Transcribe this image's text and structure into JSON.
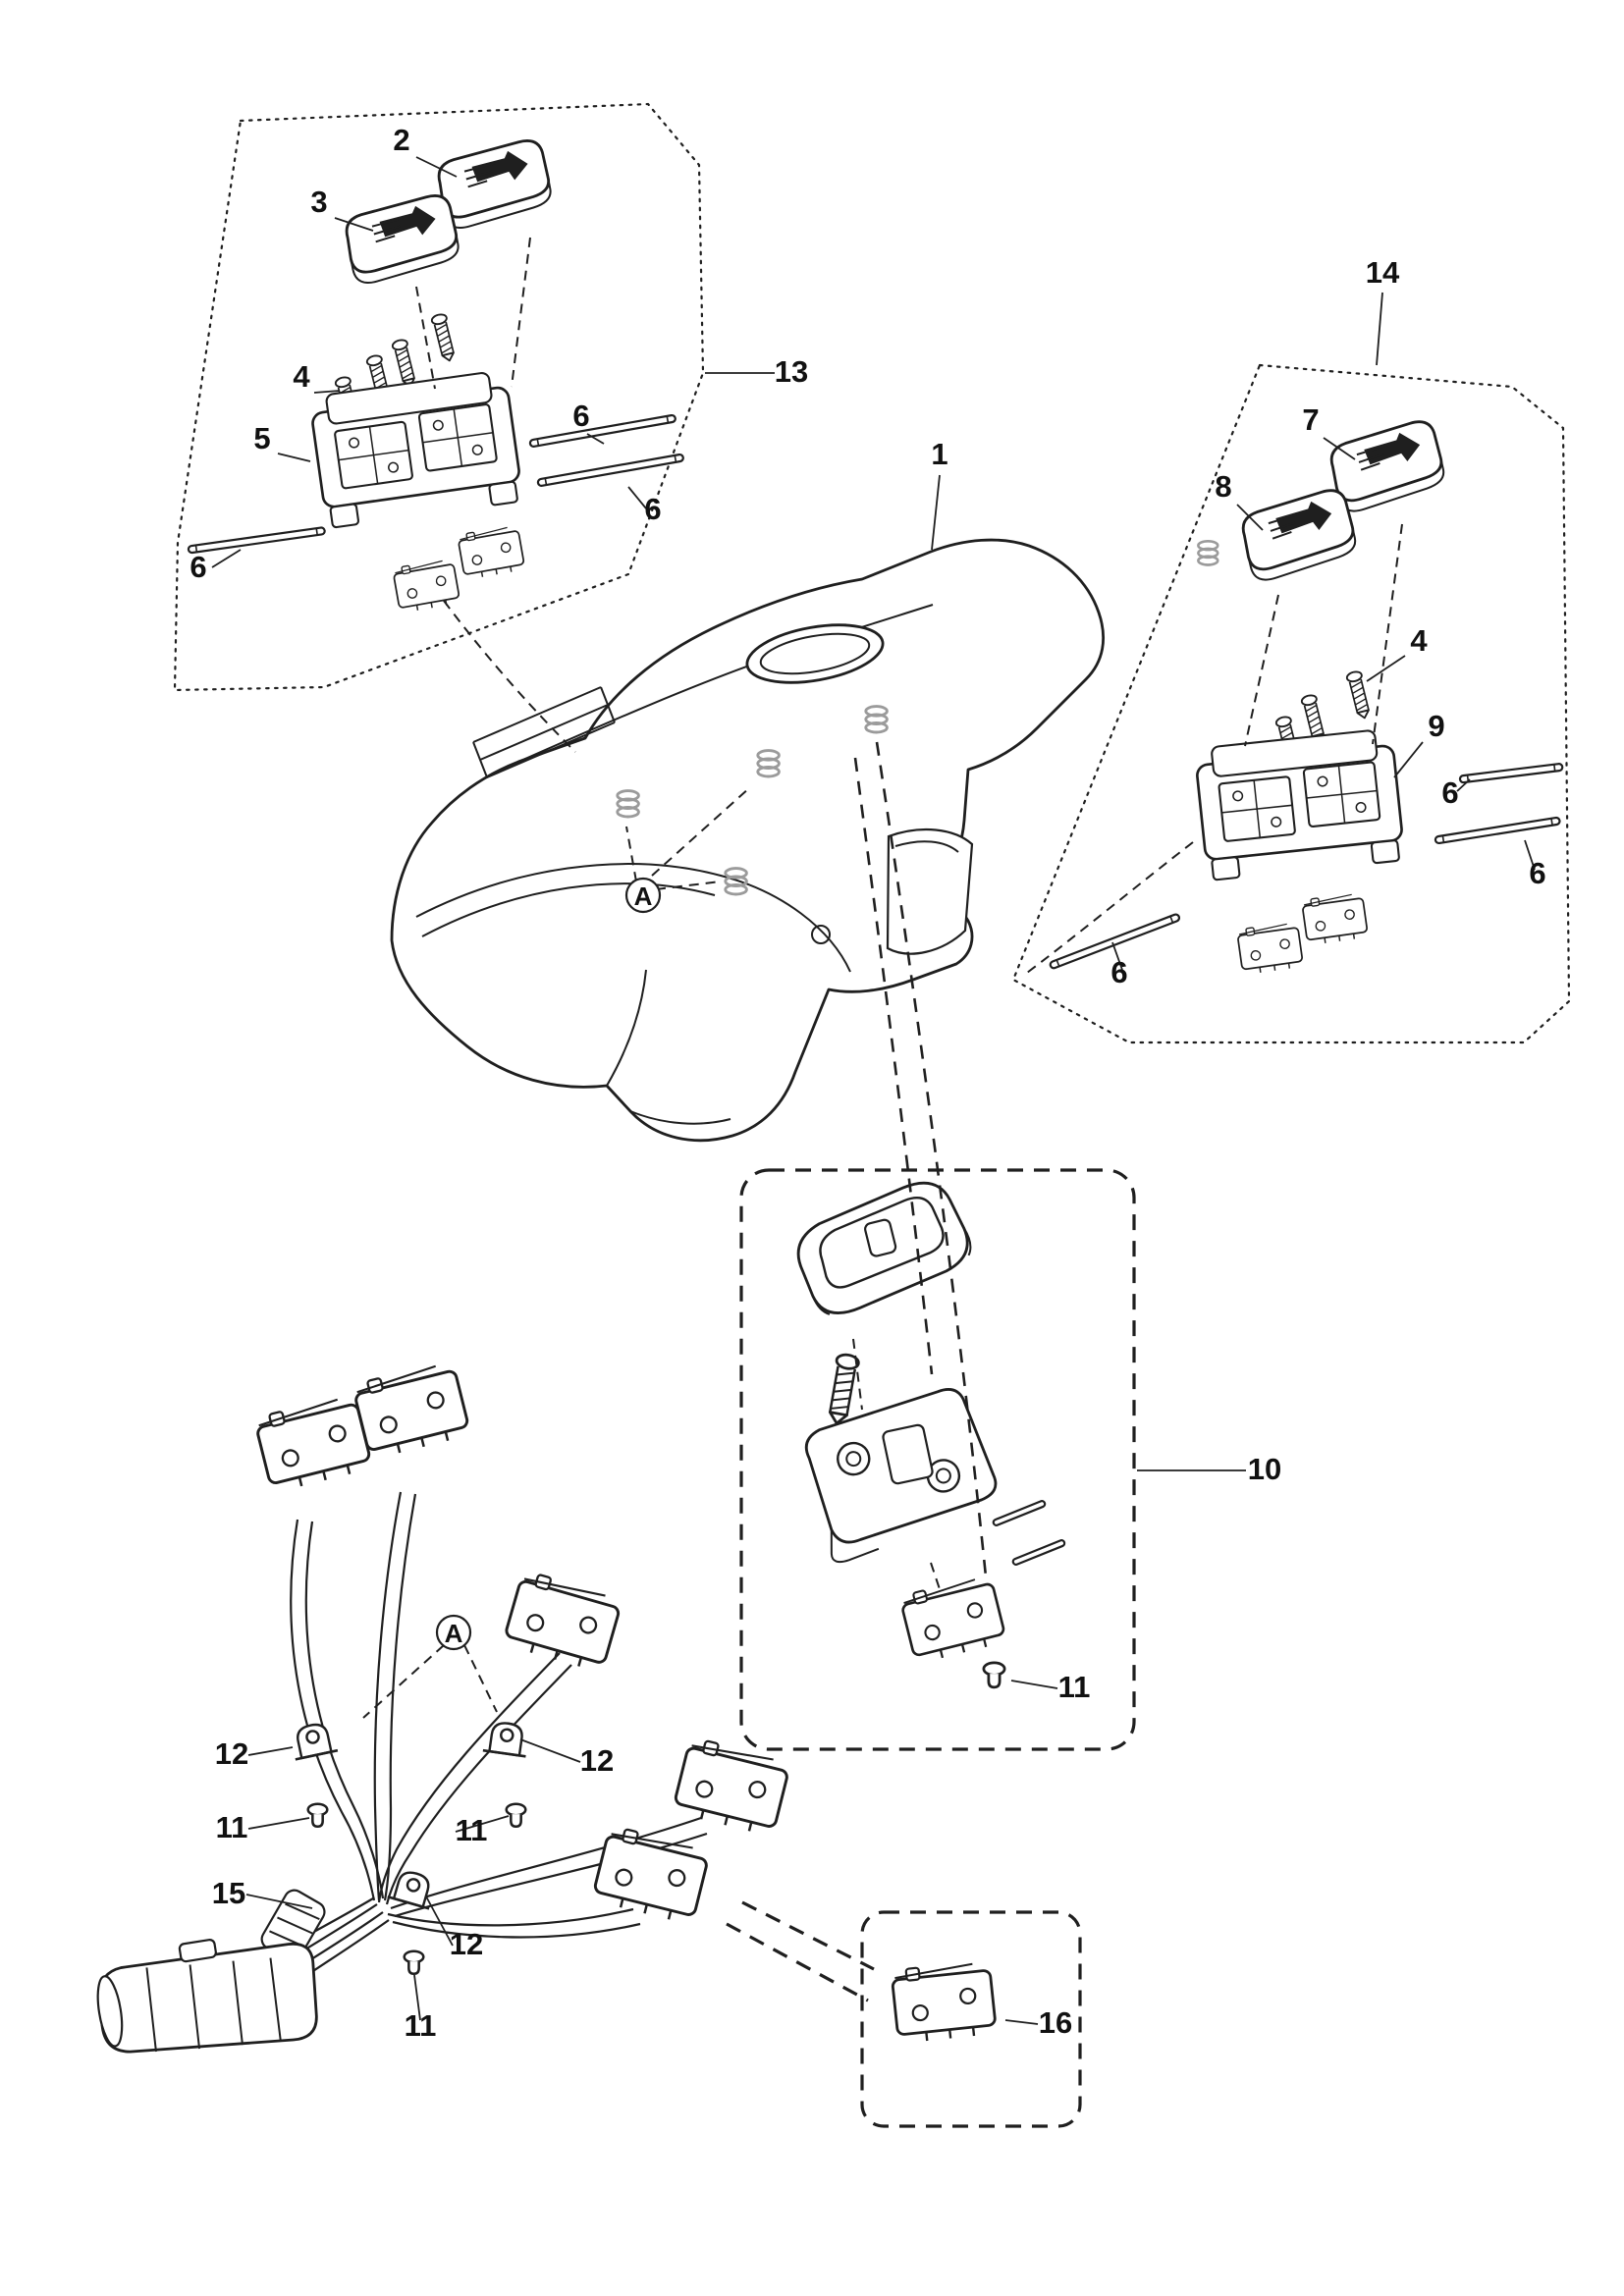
{
  "figure": {
    "colors": {
      "line": "#1f1f1f",
      "background": "#ffffff",
      "spring_gray": "#9b9b9b"
    },
    "callouts": [
      {
        "label": "2"
      },
      {
        "label": "3"
      },
      {
        "label": "4"
      },
      {
        "label": "5"
      },
      {
        "label": "6"
      },
      {
        "label": "6"
      },
      {
        "label": "13"
      },
      {
        "label": "6"
      },
      {
        "label": "1"
      },
      {
        "label": "14"
      },
      {
        "label": "7"
      },
      {
        "label": "8"
      },
      {
        "label": "4"
      },
      {
        "label": "9"
      },
      {
        "label": "6"
      },
      {
        "label": "6"
      },
      {
        "label": "6"
      },
      {
        "label": "10"
      },
      {
        "label": "11"
      },
      {
        "label": "12"
      },
      {
        "label": "12"
      },
      {
        "label": "11"
      },
      {
        "label": "11"
      },
      {
        "label": "15"
      },
      {
        "label": "12"
      },
      {
        "label": "11"
      },
      {
        "label": "16"
      }
    ],
    "reference_markers": [
      {
        "label": "A"
      },
      {
        "label": "A"
      }
    ]
  }
}
